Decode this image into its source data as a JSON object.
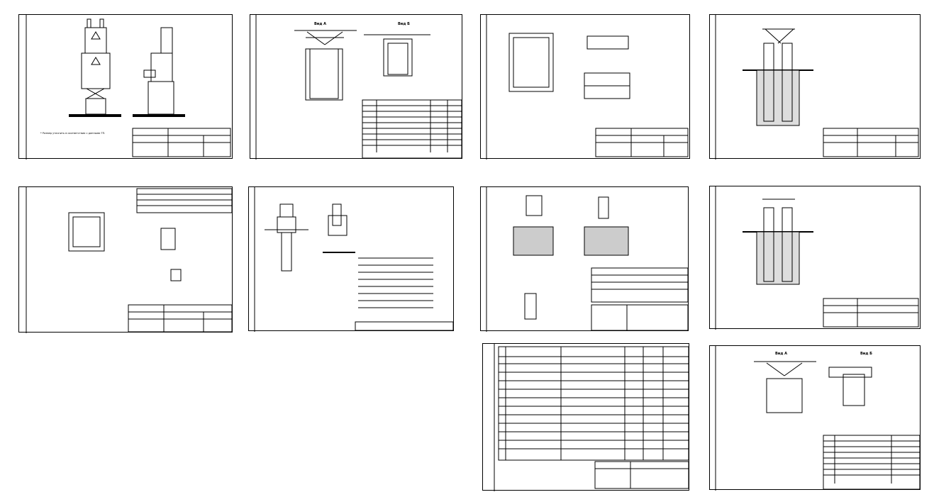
{
  "app": {
    "title": ""
  },
  "sheets": [
    {
      "id": "s1",
      "view_labels": []
    },
    {
      "id": "s2",
      "view_labels": [
        "Вид А",
        "Вид Б"
      ]
    },
    {
      "id": "s3",
      "view_labels": []
    },
    {
      "id": "s4",
      "view_labels": []
    },
    {
      "id": "s5",
      "view_labels": []
    },
    {
      "id": "s6",
      "view_labels": []
    },
    {
      "id": "s7",
      "view_labels": []
    },
    {
      "id": "s8",
      "view_labels": []
    },
    {
      "id": "s9",
      "view_labels": []
    },
    {
      "id": "s10",
      "view_labels": [
        "Вид А",
        "Вид Б"
      ]
    }
  ],
  "labels": {
    "s2_view_a": "Вид А",
    "s2_view_b": "Вид Б",
    "s10_view_a": "Вид А",
    "s10_view_b": "Вид Б"
  },
  "colors": {
    "line": "#000000",
    "paper": "#ffffff",
    "hatch": "#444444"
  }
}
